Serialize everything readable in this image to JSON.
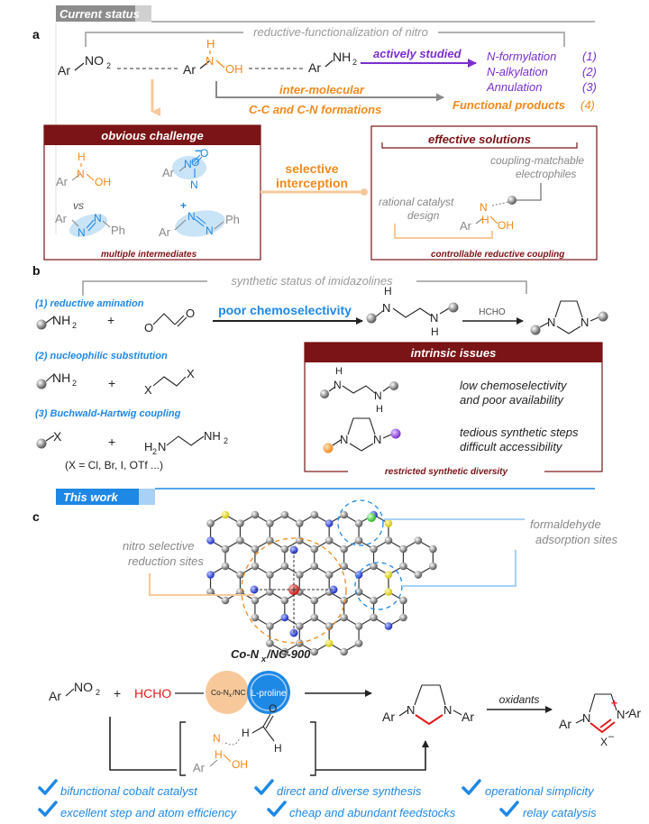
{
  "colors": {
    "orange": "#f08a1c",
    "purple": "#7a2fd0",
    "blue": "#1e88e5",
    "darkred": "#7a1416",
    "red": "#e01b1b",
    "gray": "#9a9a9a",
    "peach": "#f7c99a",
    "lightblue": "#c9e3f7"
  },
  "sections": {
    "current_status": "Current status",
    "this_work": "This work",
    "a": "a",
    "b": "b",
    "c": "c"
  },
  "panel_a": {
    "bracket_title": "reductive-functionalization of nitro",
    "ar_no2": "Ar",
    "no2": "NO",
    "no2_sub": "2",
    "ar_mid": "Ar",
    "h": "H",
    "n": "N",
    "oh": "OH",
    "ar_nh2": "Ar",
    "nh2": "NH",
    "nh2_sub": "2",
    "actively_studied": "actively studied",
    "products": [
      {
        "name": "N-formylation",
        "num": "(1)"
      },
      {
        "name": "N-alkylation",
        "num": "(2)"
      },
      {
        "name": "Annulation",
        "num": "(3)"
      },
      {
        "name": "Functional products",
        "num": "(4)"
      }
    ],
    "inter_molecular": "inter-molecular",
    "cc_cn": "C-C and C-N formations",
    "challenge_title": "obvious challenge",
    "challenge_foot": "multiple intermediates",
    "vs": "vs",
    "ar": "Ar",
    "ph": "Ph",
    "o": "O",
    "minus": "–",
    "plus": "+",
    "selective": "selective",
    "interception": "interception",
    "solutions_title": "effective solutions",
    "coupling_line1": "coupling-matchable",
    "coupling_line2": "electrophiles",
    "rational_line1": "rational catalyst",
    "rational_line2": "design",
    "solutions_foot": "controllable reductive coupling"
  },
  "panel_b": {
    "bracket_title": "synthetic status of imidazolines",
    "route1": "(1) reductive amination",
    "route2": "(2) nucleophilic substitution",
    "route3": "(3) Buchwald-Hartwig coupling",
    "nh2": "NH",
    "sub2": "2",
    "plus": "+",
    "o": "O",
    "x": "X",
    "h2n": "H",
    "n": "N",
    "h": "H",
    "x_note": "(X = Cl, Br, I, OTf ...)",
    "poor_chemo": "poor chemoselectivity",
    "hcho": "HCHO",
    "issues_title": "intrinsic issues",
    "issue1_line1": "low chemoselectivity",
    "issue1_line2": "and poor availability",
    "issue2_line1": "tedious synthetic steps",
    "issue2_line2": "difficult accessibility",
    "issues_foot": "restricted synthetic diversity"
  },
  "panel_c": {
    "nitro_line1": "nitro selective",
    "nitro_line2": "reduction sites",
    "formal_line1": "formaldehyde",
    "formal_line2": "adsorption sites",
    "catalyst_label": "Co-N",
    "catalyst_sub": "x",
    "catalyst_rest": "/NC-900",
    "ar": "Ar",
    "no2": "NO",
    "sub2": "2",
    "plus": "+",
    "hcho": "HCHO",
    "cat_circle": "Co-N",
    "cat_circle_sub": "x",
    "cat_circle_rest": "/NC",
    "proline": "L-proline",
    "oxidants": "oxidants",
    "n": "N",
    "x_minus": "X",
    "minus": "–",
    "h": "H",
    "o": "O",
    "oh": "OH"
  },
  "features": [
    "bifunctional cobalt catalyst",
    "direct and diverse synthesis",
    "operational simplicity",
    "excellent step and atom efficiency",
    "cheap and abundant feedstocks",
    "relay catalysis"
  ]
}
